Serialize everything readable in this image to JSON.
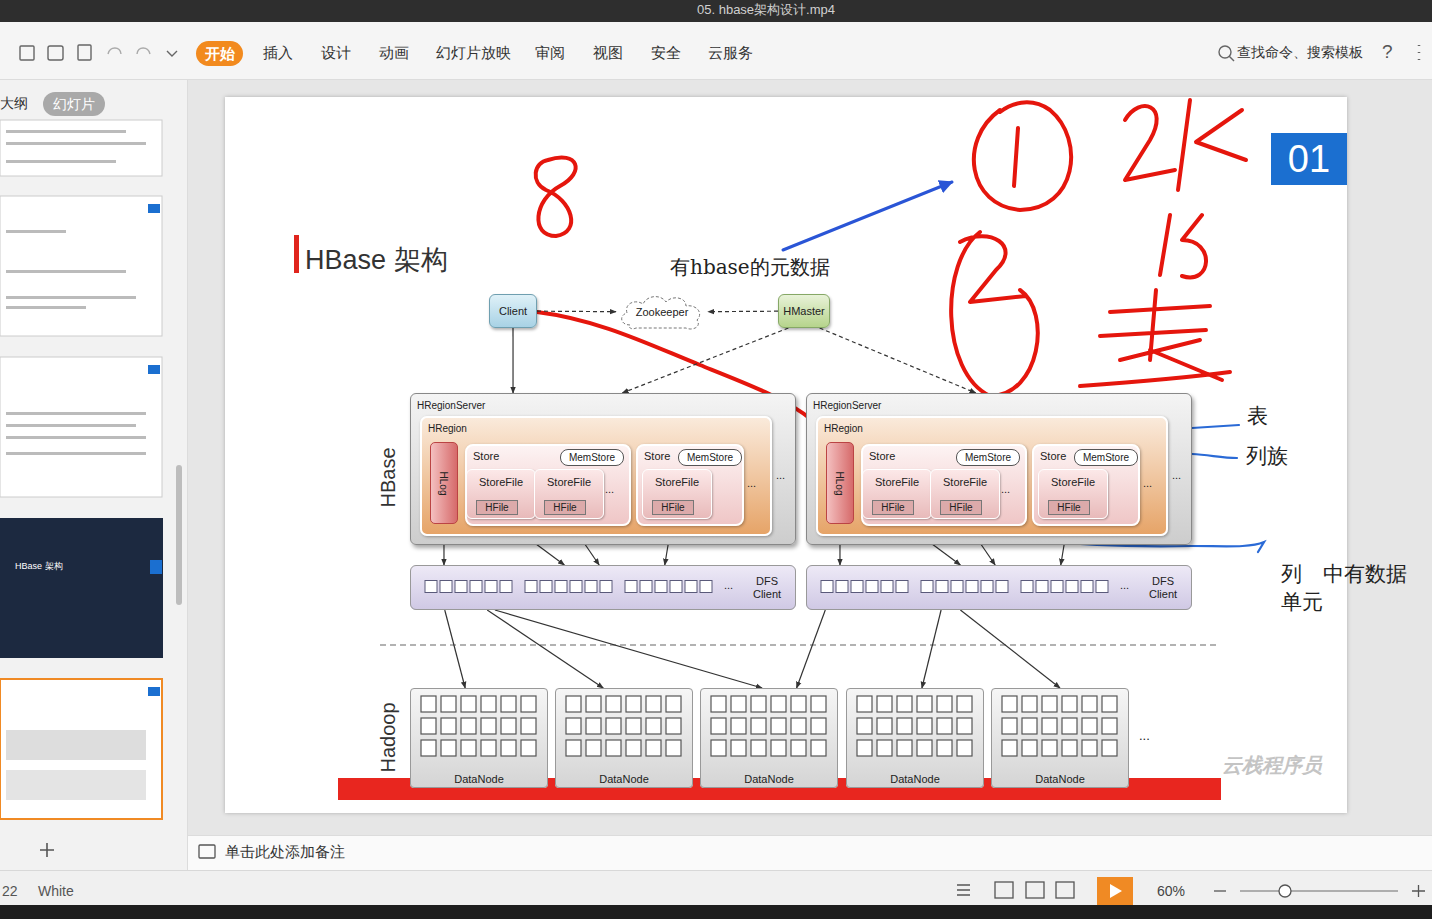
{
  "diagram": {
    "title": "HBase 架构",
    "nodes": [
      {
        "text": [
          "01"
        ]
      },
      {
        "text": [
          "Client"
        ]
      },
      {
        "text": [
          "Zookeeper"
        ]
      },
      {
        "text": [
          "HMaster"
        ]
      },
      {
        "text": [
          "HRegionServer"
        ]
      },
      {
        "text": [
          "HRegion"
        ],
        "in": 4
      },
      {
        "text": [
          "HLog"
        ],
        "in": 5
      },
      {
        "text": [
          "Store"
        ],
        "in": 5
      },
      {
        "text": [
          "MemStore"
        ],
        "in": 7
      },
      {
        "text": [
          "StoreFile"
        ],
        "in": 7
      },
      {
        "text": [
          "HFile"
        ],
        "in": 9
      },
      {
        "text": [
          "StoreFile"
        ],
        "in": 7
      },
      {
        "text": [
          "HFile"
        ],
        "in": 11
      },
      {
        "text": [
          "Store"
        ],
        "in": 5
      },
      {
        "text": [
          "MemStore"
        ],
        "in": 13
      },
      {
        "text": [
          "StoreFile"
        ],
        "in": 13
      },
      {
        "text": [
          "HFile"
        ],
        "in": 15
      },
      {
        "text": [
          "DFS Client"
        ]
      },
      {
        "text": [
          "HRegionServer"
        ]
      },
      {
        "text": [
          "HRegion"
        ],
        "in": 18
      },
      {
        "text": [
          "HLog"
        ],
        "in": 19
      },
      {
        "text": [
          "Store"
        ],
        "in": 19
      },
      {
        "text": [
          "MemStore"
        ],
        "in": 21
      },
      {
        "text": [
          "StoreFile"
        ],
        "in": 21
      },
      {
        "text": [
          "HFile"
        ],
        "in": 23
      },
      {
        "text": [
          "StoreFile"
        ],
        "in": 21
      },
      {
        "text": [
          "HFile"
        ],
        "in": 25
      },
      {
        "text": [
          "Store"
        ],
        "in": 19
      },
      {
        "text": [
          "MemStore"
        ],
        "in": 27
      },
      {
        "text": [
          "StoreFile"
        ],
        "in": 27
      },
      {
        "text": [
          "HFile"
        ],
        "in": 29
      },
      {
        "text": [
          "DFS Client"
        ]
      },
      {
        "text": [
          "DataNode"
        ]
      },
      {
        "text": [
          "DataNode"
        ]
      },
      {
        "text": [
          "DataNode"
        ]
      },
      {
        "text": [
          "DataNode"
        ]
      },
      {
        "text": [
          "DataNode"
        ]
      }
    ],
    "edges": [
      {
        "from": 1,
        "to": 2,
        "arrow": "to"
      },
      {
        "from": 3,
        "to": 2,
        "arrow": "to"
      },
      {
        "from": 1,
        "to": 4,
        "arrow": "to"
      },
      {
        "from": 3,
        "to": 4,
        "arrow": "to"
      },
      {
        "from": 3,
        "to": 18,
        "arrow": "to"
      },
      {
        "from": 6,
        "to": 17,
        "arrow": "to"
      },
      {
        "from": 10,
        "to": 17,
        "arrow": "to"
      },
      {
        "from": 12,
        "to": 17,
        "arrow": "to"
      },
      {
        "from": 16,
        "to": 17,
        "arrow": "to"
      },
      {
        "from": 20,
        "to": 31,
        "arrow": "to"
      },
      {
        "from": 24,
        "to": 31,
        "arrow": "to"
      },
      {
        "from": 26,
        "to": 31,
        "arrow": "to"
      },
      {
        "from": 30,
        "to": 31,
        "arrow": "to"
      },
      {
        "from": 17,
        "to": 32,
        "arrow": "to"
      },
      {
        "from": 17,
        "to": 33,
        "arrow": "to"
      },
      {
        "from": 17,
        "to": 34,
        "arrow": "to"
      },
      {
        "from": 31,
        "to": 34,
        "arrow": "to"
      },
      {
        "from": 31,
        "to": 35,
        "arrow": "to"
      },
      {
        "from": 31,
        "to": 36,
        "arrow": "to"
      }
    ],
    "labels": [
      "05. hbase架构设计.mp4",
      "开始",
      "插入",
      "设计",
      "动画",
      "幻灯片放映",
      "审阅",
      "视图",
      "安全",
      "云服务",
      "查找命令、搜索模板",
      "?",
      "大纲",
      "幻灯片",
      "HBase 架构",
      "有hbase的元数据",
      "表",
      "列族",
      "列　中有数据单元",
      "HBase",
      "Hadoop",
      "...",
      "...",
      "...",
      "...",
      "...",
      "...",
      "...",
      "...",
      "...",
      "单击此处添加备注",
      "22",
      "White",
      "60%",
      "云栈程序员"
    ]
  }
}
